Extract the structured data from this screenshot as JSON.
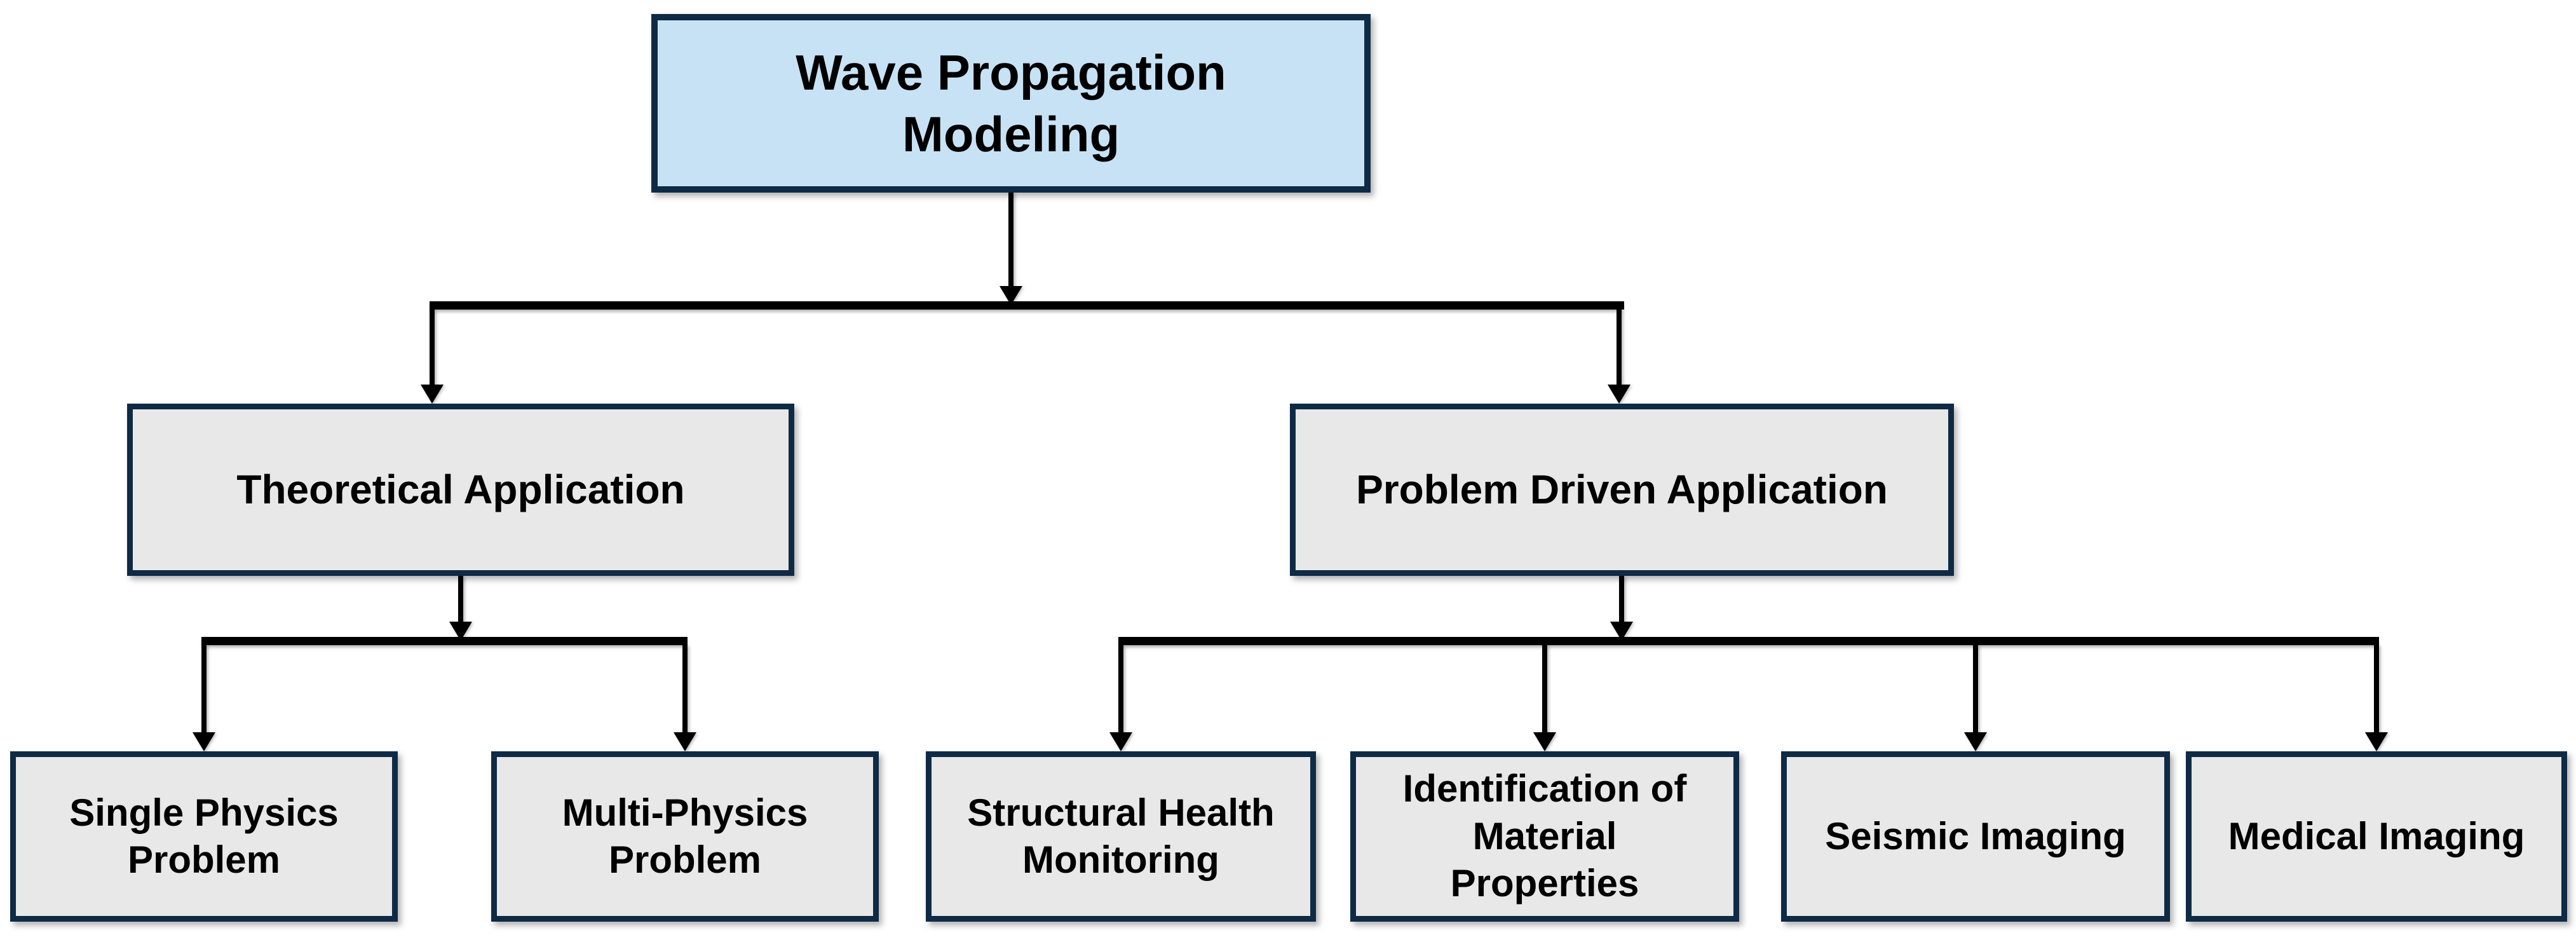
{
  "colors": {
    "background": "#ffffff",
    "border": "#0e2a45",
    "root_fill": "#c8e2f5",
    "node_fill": "#e9e8e8",
    "line": "#000000",
    "text": "#000000"
  },
  "nodes": {
    "root": {
      "id": "wave-propagation-modeling",
      "lines": [
        "Wave Propagation",
        "Modeling"
      ]
    },
    "branches": [
      {
        "id": "theoretical-application",
        "lines": [
          "Theoretical Application"
        ]
      },
      {
        "id": "problem-driven-application",
        "lines": [
          "Problem Driven Application"
        ]
      }
    ],
    "leaves": [
      {
        "id": "single-physics-problem",
        "lines": [
          "Single Physics",
          "Problem"
        ]
      },
      {
        "id": "multi-physics-problem",
        "lines": [
          "Multi-Physics",
          "Problem"
        ]
      },
      {
        "id": "structural-health-monitoring",
        "lines": [
          "Structural Health",
          "Monitoring"
        ]
      },
      {
        "id": "identification-of-material-properties",
        "lines": [
          "Identification of",
          "Material",
          "Properties"
        ]
      },
      {
        "id": "seismic-imaging",
        "lines": [
          "Seismic Imaging"
        ]
      },
      {
        "id": "medical-imaging",
        "lines": [
          "Medical Imaging"
        ]
      }
    ]
  },
  "edges": [
    {
      "from": "wave-propagation-modeling",
      "to": "theoretical-application"
    },
    {
      "from": "wave-propagation-modeling",
      "to": "problem-driven-application"
    },
    {
      "from": "theoretical-application",
      "to": "single-physics-problem"
    },
    {
      "from": "theoretical-application",
      "to": "multi-physics-problem"
    },
    {
      "from": "problem-driven-application",
      "to": "structural-health-monitoring"
    },
    {
      "from": "problem-driven-application",
      "to": "identification-of-material-properties"
    },
    {
      "from": "problem-driven-application",
      "to": "seismic-imaging"
    },
    {
      "from": "problem-driven-application",
      "to": "medical-imaging"
    }
  ]
}
